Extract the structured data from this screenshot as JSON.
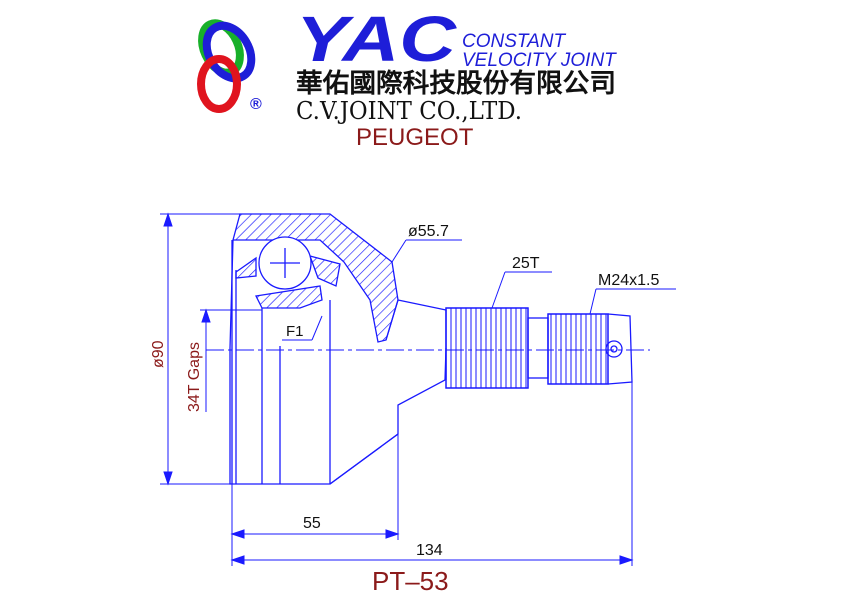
{
  "brand": {
    "logo_text": "YAC",
    "tagline_line1": "CONSTANT",
    "tagline_line2": "VELOCITY JOINT",
    "company_chinese": "華佑國際科技股份有限公司",
    "company_english": "C.V.JOINT CO.,LTD.",
    "registered_mark": "®"
  },
  "drawing": {
    "make": "PEUGEOT",
    "part_number": "PT–53",
    "dimensions": {
      "outer_diameter": "ø90",
      "inner_spline": "34T Gaps",
      "seal_diameter": "ø55.7",
      "shaft_spline": "25T",
      "thread": "M24x1.5",
      "bell_length": "55",
      "overall_length": "134",
      "feature_label": "F1"
    }
  },
  "colors": {
    "logo_blue": "#1e1ed8",
    "logo_green": "#18b02a",
    "logo_red": "#e0141e",
    "drawing_blue": "#1a1aff",
    "dimension_red": "#8b1a1a",
    "text_black": "#111111"
  }
}
